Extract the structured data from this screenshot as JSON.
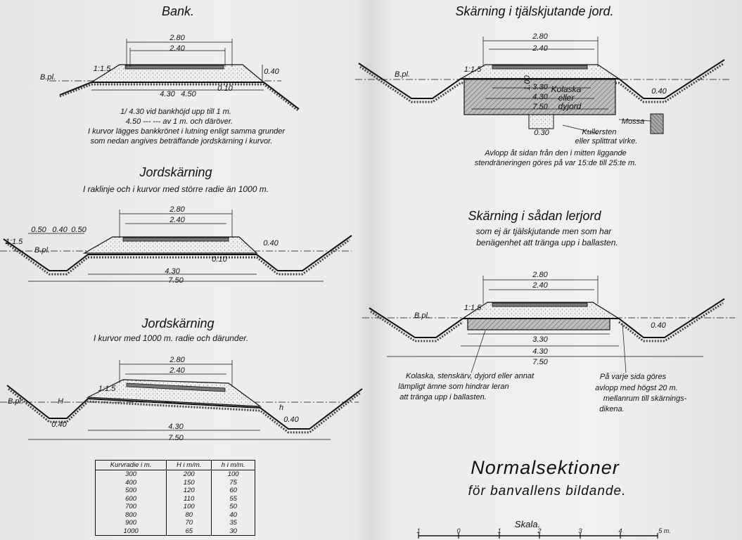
{
  "bank": {
    "title": "Bank.",
    "dims": [
      "2.80",
      "2.40",
      "4.30",
      "4.50",
      "0.10",
      "1:1.5",
      "B.pl.",
      "0.40"
    ],
    "notes": [
      "1/ 4.30 vid bankhöjd upp till 1 m.",
      "4.50 ---  ---  av 1 m. och däröver.",
      "I kurvor lägges bankkrönet i lutning enligt samma grunder",
      "som nedan angives beträffande jordskärning i kurvor."
    ]
  },
  "cut1": {
    "title": "Jordskärning",
    "subtitle": "I raklinje och i kurvor med större radie än 1000 m.",
    "dims": [
      "2.80",
      "2.40",
      "4.30",
      "7.50",
      "0.50",
      "0.40",
      "0.10",
      "1:1.5",
      "B.pl.",
      "0.40"
    ]
  },
  "cut2": {
    "title": "Jordskärning",
    "subtitle": "I kurvor med 1000 m. radie och därunder.",
    "dims": [
      "2.80",
      "2.40",
      "4.30",
      "7.50",
      "0.40",
      "H",
      "h",
      "1:1.5",
      "B.pl.",
      "0.40"
    ]
  },
  "frost": {
    "title": "Skärning i tjälskjutande jord.",
    "dims": [
      "2.80",
      "2.40",
      "3.30",
      "4.30",
      "7.50",
      "1.00",
      "0.40",
      "0.30",
      "1:1.5",
      "B.pl."
    ],
    "labels": [
      "Kolaska",
      "eller",
      "dyjord",
      "Mossa",
      "Kullersten",
      "eller splittrat virke."
    ],
    "notes": [
      "Avlopp åt sidan från den i mitten liggande",
      "stendräneringen göres på var 15:de till 25:te m."
    ]
  },
  "clay": {
    "title": "Skärning i sådan lerjord",
    "subtitle": [
      "som ej är tjälskjutande men som har",
      "benägenhet att tränga upp i ballasten."
    ],
    "dims": [
      "2.80",
      "2.40",
      "3.30",
      "4.30",
      "7.50",
      "0.40",
      "1:1.5",
      "B.pl."
    ],
    "notes_left": [
      "Kolaska, stenskärv, dyjord eller annat",
      "lämpligt ämne som hindrar leran",
      "att tränga upp i ballasten."
    ],
    "notes_right": [
      "På varje sida göres",
      "avlopp med högst 20 m.",
      "mellanrum till skärnings-",
      "dikena."
    ]
  },
  "curve_table": {
    "headers": [
      "Kurvradie i m.",
      "H i m/m.",
      "h i m/m."
    ],
    "rows": [
      [
        "300",
        "200",
        "100"
      ],
      [
        "400",
        "150",
        "75"
      ],
      [
        "500",
        "120",
        "60"
      ],
      [
        "600",
        "110",
        "55"
      ],
      [
        "700",
        "100",
        "50"
      ],
      [
        "800",
        "80",
        "40"
      ],
      [
        "900",
        "70",
        "35"
      ],
      [
        "1000",
        "65",
        "30"
      ]
    ]
  },
  "main_title": "Normalsektioner",
  "main_subtitle": "för banvallens bildande.",
  "scale": {
    "label": "Skala.",
    "ticks": [
      "1",
      "0",
      "1",
      "2",
      "3",
      "4",
      "5 m."
    ]
  },
  "colors": {
    "ink": "#111111",
    "paper": "#ececec",
    "fill": "#9a9a9a"
  }
}
